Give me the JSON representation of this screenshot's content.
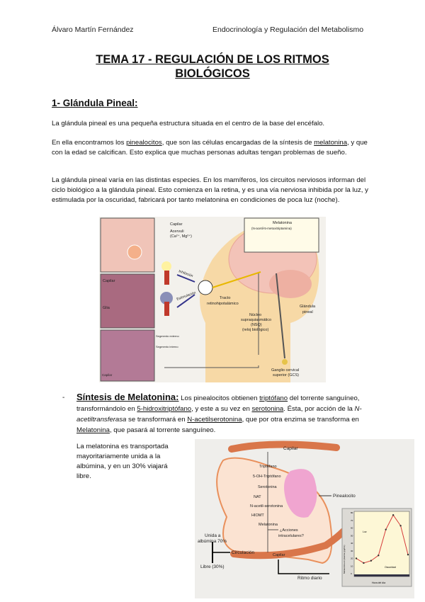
{
  "header": {
    "author": "Álvaro Martín Fernández",
    "subject": "Endocrinología y Regulación del Metabolismo"
  },
  "title": {
    "line1": "TEMA 17 - REGULACIÓN DE LOS RITMOS",
    "line2": "BIOLÓGICOS"
  },
  "section1": {
    "heading": "1- Glándula Pineal:",
    "p1": "La glándula pineal es una pequeña estructura situada en el centro de la base del encéfalo.",
    "p2": {
      "a": "En ella encontramos los ",
      "u1": "pinealocitos",
      "b": ", que son las células encargadas de la síntesis de ",
      "u2": "melatonina",
      "c": ", y que con la edad se calcifican. Esto explica que muchas personas adultas tengan problemas de sueño."
    },
    "p3": "La glándula pineal varía en las distintas especies. En los mamíferos, los circuitos nerviosos informan del ciclo biológico a la glándula pineal. Esto comienza en la retina, y es una vía nerviosa inhibida por la luz, y estimulada por la oscuridad, fabricará por tanto melatonina en condiciones de poca luz (noche)."
  },
  "figure1": {
    "labels": {
      "capilar": "Capilar",
      "acervuli": "Acervuli",
      "ions": "(Ca²⁺, Mg²⁺)",
      "capilar2": "Capilar",
      "glia": "Glia",
      "seg_ext": "Segmento externo",
      "seg_int": "Segmento interno",
      "capilar3": "Capilar",
      "melatonina": "Melatonina",
      "melatonina_sub": "(N-acetil-5-metoxitriptamina)",
      "inhibicion": "Inhibición",
      "estimulacion": "Estimulación",
      "tracto": "Tracto",
      "tracto2": "retinohipotalámico",
      "nsq1": "Núcleo",
      "nsq2": "supraquiasmático",
      "nsq3": "(NSQ)",
      "nsq4": "(reloj biológico)",
      "pineal1": "Glándula",
      "pineal2": "pineal",
      "gcs1": "Ganglio cervical",
      "gcs2": "superior (GCS)"
    }
  },
  "section2": {
    "bullet": "-",
    "heading": "Síntesis de Melatonina:",
    "a": " Los pinealocitos obtienen ",
    "u1": "triptófano",
    "b": " del torrente sanguíneo, transformándolo en ",
    "u2": "5-hidroxitriptófano",
    "c": ", y este a su vez en ",
    "u3": "serotonina",
    "d": ". Ésta, por acción de la ",
    "i1": "N-acetiltransferasa",
    "e": " se transformará en ",
    "u4": "N-acetilserotonina",
    "f": ", que por otra enzima se transforma en ",
    "u5": "Melatonina",
    "g": ", que pasará al torrente sanguíneo.",
    "note": "La melatonina es transportada mayoritariamente unida a la albúmina, y en un 30% viajará libre."
  },
  "figure2": {
    "labels": {
      "capilar_top": "Capilar",
      "triptofano": "Triptófano",
      "oh_trp": "5-OH-Triptófano",
      "serotonina": "Serotonina",
      "nat": "NAT",
      "nacetil": "N-acetil-serotonina",
      "hiomt": "HIOMT",
      "melatonina": "Melatonina",
      "acciones1": "¿Acciones",
      "acciones2": "intracelulares?",
      "pinealocito": "Pinealocito",
      "unida1": "Unida a",
      "unida2": "albúmina 70%",
      "libre": "Libre (30%)",
      "circulacion": "Circulación",
      "capilar_bottom": "Capilar",
      "ritmo": "Ritmo diario"
    },
    "graph": {
      "ylabel": "Melatonina en plasma (pg/mL)",
      "xlabel": "Hora del día",
      "luz": "Luz",
      "oscuridad": "Oscuridad",
      "yticks": [
        0,
        10,
        20,
        30,
        40,
        50,
        60,
        70,
        80
      ],
      "points": [
        [
          0,
          20
        ],
        [
          1,
          14
        ],
        [
          2,
          17
        ],
        [
          3,
          24
        ],
        [
          4,
          58
        ],
        [
          5,
          77
        ],
        [
          6,
          63
        ],
        [
          7,
          25
        ]
      ],
      "line_color": "#d63a3a"
    }
  }
}
